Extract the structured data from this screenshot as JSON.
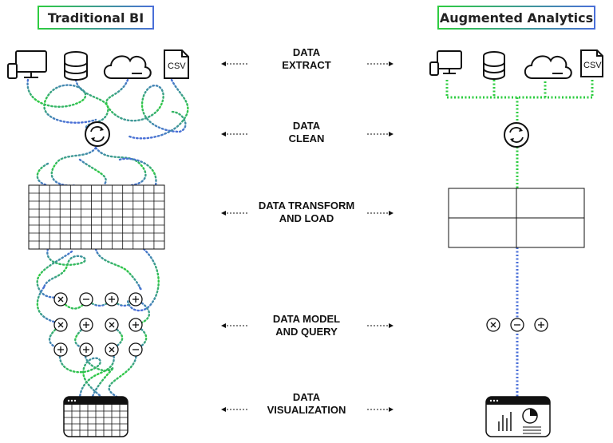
{
  "left_title": "Traditional BI",
  "right_title": "Augmented Analytics",
  "csv_label": "CSV",
  "stages": [
    {
      "line1": "DATA",
      "line2": "EXTRACT"
    },
    {
      "line1": "DATA",
      "line2": "CLEAN"
    },
    {
      "line1": "DATA TRANSFORM",
      "line2": "AND LOAD"
    },
    {
      "line1": "DATA MODEL",
      "line2": "AND QUERY"
    },
    {
      "line1": "DATA",
      "line2": "VISUALIZATION"
    }
  ],
  "colors": {
    "green": "#2ecc40",
    "blue": "#4a6fd8",
    "ink": "#111111"
  },
  "icons": [
    "computer-icon",
    "database-icon",
    "cloud-icon",
    "csv-file-icon",
    "refresh-icon",
    "dashboard-icon",
    "multiply-icon",
    "minus-icon",
    "plus-icon"
  ]
}
